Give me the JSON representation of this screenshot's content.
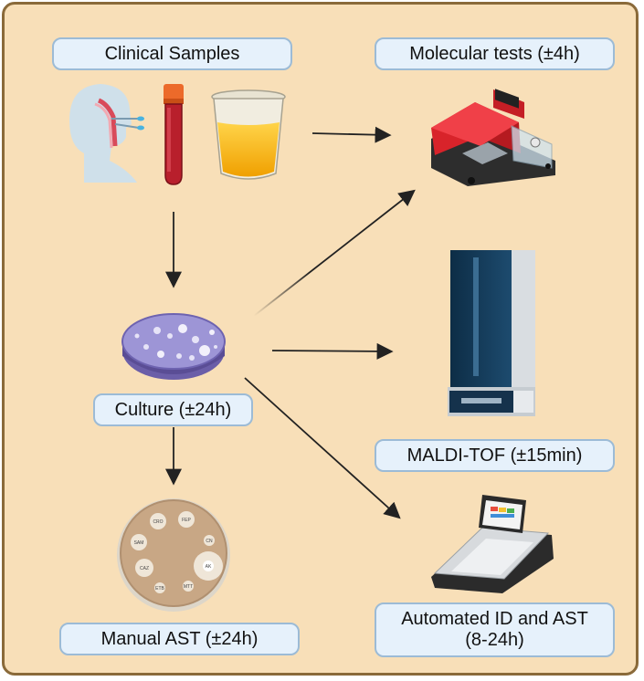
{
  "labels": {
    "clinical_samples": "Clinical Samples",
    "molecular_tests": "Molecular tests (±4h)",
    "culture": "Culture (±24h)",
    "maldi_tof": "MALDI-TOF (±15min)",
    "manual_ast": "Manual AST (±24h)",
    "automated_line1": "Automated ID and AST",
    "automated_line2": "(8-24h)"
  },
  "disk_labels": [
    "CRO",
    "FEP",
    "SAM",
    "CN",
    "CAZ",
    "AK",
    "ETB",
    "MTT"
  ],
  "colors": {
    "background": "#f8dfb8",
    "border": "#8a6a3a",
    "label_fill": "#e6f1fb",
    "label_border": "#9cbbd6",
    "arrow": "#222222"
  }
}
